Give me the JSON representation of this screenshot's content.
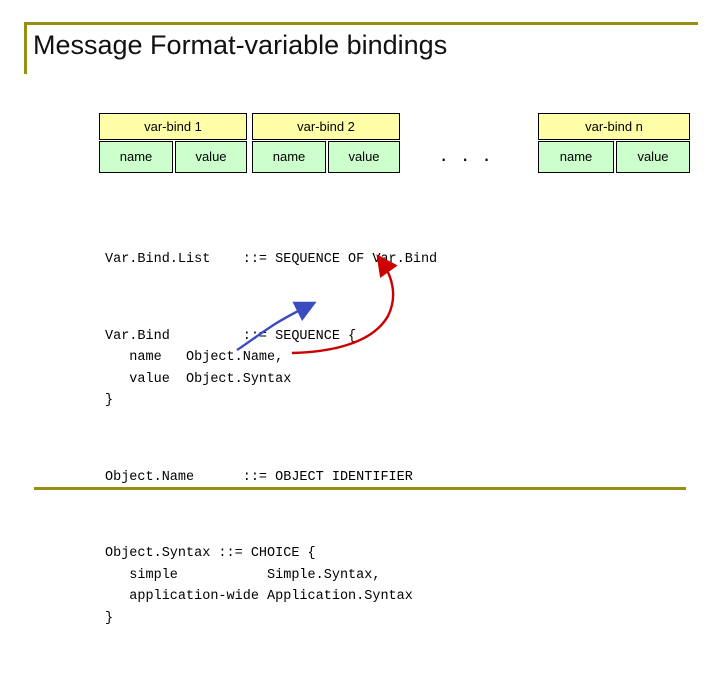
{
  "slide": {
    "title": "Message Format-variable bindings",
    "accent_color": "#9a8d16",
    "header_fill": "#ffffa8",
    "cell_fill": "#ccffcc",
    "ellipsis": "· · ·"
  },
  "varbinds": [
    {
      "header": "var-bind 1",
      "name_label": "name",
      "value_label": "value"
    },
    {
      "header": "var-bind 2",
      "name_label": "name",
      "value_label": "value"
    },
    {
      "header": "var-bind n",
      "name_label": "name",
      "value_label": "value"
    }
  ],
  "code": {
    "block1": "Var.Bind.List    ::= SEQUENCE OF Var.Bind",
    "block2": "Var.Bind         ::= SEQUENCE {\n   name   Object.Name,\n   value  Object.Syntax\n}",
    "block3": "Object.Name      ::= OBJECT IDENTIFIER",
    "block4": "Object.Syntax ::= CHOICE {\n   simple           Simple.Syntax,\n   application-wide Application.Syntax\n}"
  },
  "annotations": {
    "arrow_blue_color": "#3b4cc0",
    "arrow_red_color": "#cc0000"
  }
}
